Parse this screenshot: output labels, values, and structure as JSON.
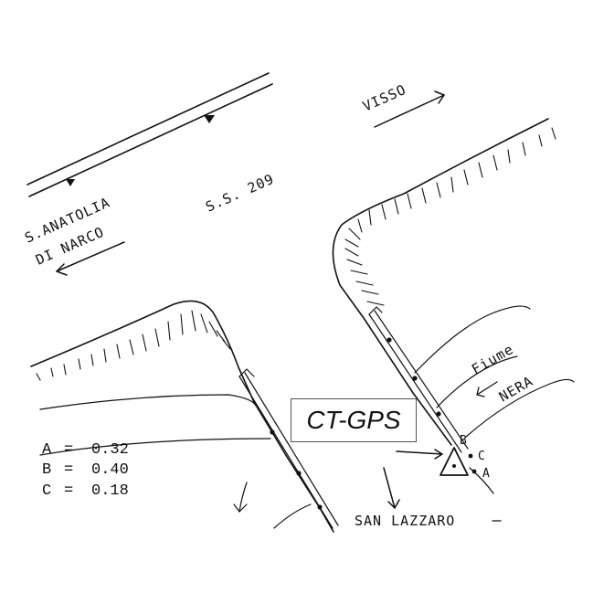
{
  "map": {
    "labels": {
      "visso": "VISSO",
      "ss209": "S.S. 209",
      "santanatolia_line1": "S.ANATOLIA",
      "santanatolia_line2": "DI NARCO",
      "fiume": "Fiume",
      "nera": "NERA",
      "san_lazzaro": "SAN LAZZARO"
    },
    "station": {
      "name": "CT-GPS",
      "points": [
        "A",
        "B",
        "C"
      ]
    },
    "legend": [
      {
        "key": "A",
        "value": "0.32"
      },
      {
        "key": "B",
        "value": "0.40"
      },
      {
        "key": "C",
        "value": "0.18"
      }
    ],
    "colors": {
      "ink": "#111111",
      "paper": "#ffffff",
      "box_border": "#555555"
    }
  }
}
